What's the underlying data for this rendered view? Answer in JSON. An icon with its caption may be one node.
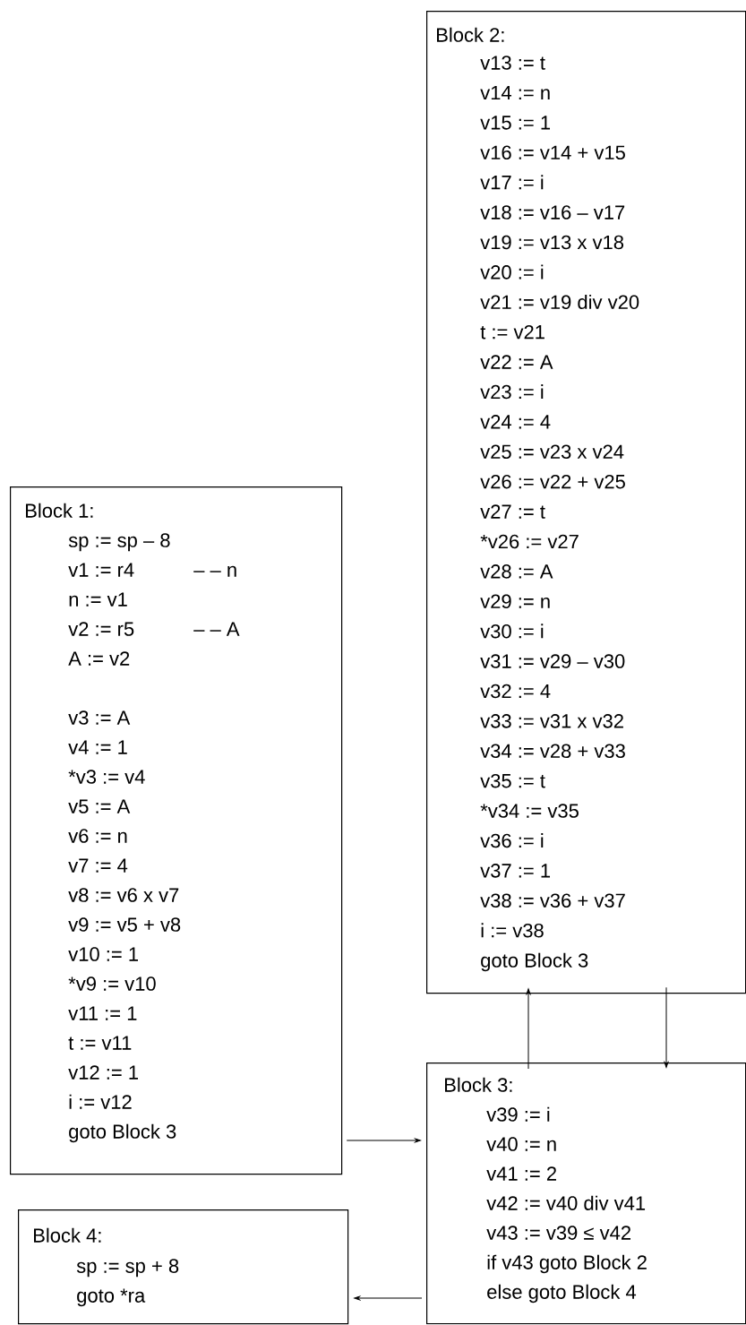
{
  "diagram": {
    "nodes": [
      {
        "text": [
          "Block 1:",
          "sp := sp – 8",
          "v1 := r4",
          "– – n",
          "n := v1",
          "v2 := r5",
          "– – A",
          "A := v2",
          "v3 := A",
          "v4 := 1",
          "*v3 := v4",
          "v5 := A",
          "v6 := n",
          "v7 := 4",
          "v8 := v6 x v7",
          "v9 := v5 + v8",
          "v10 := 1",
          "*v9 := v10",
          "v11 := 1",
          "t := v11",
          "v12 := 1",
          "i := v12",
          "goto Block 3"
        ]
      },
      {
        "text": [
          "Block 2:",
          "v13 := t",
          "v14 := n",
          "v15 := 1",
          "v16 := v14 + v15",
          "v17 := i",
          "v18 := v16 – v17",
          "v19 := v13 x v18",
          "v20 := i",
          "v21 := v19 div v20",
          "t := v21",
          "v22 := A",
          "v23 := i",
          "v24 := 4",
          "v25 := v23 x v24",
          "v26 := v22 + v25",
          "v27 := t",
          "*v26 := v27",
          "v28 := A",
          "v29 := n",
          "v30 := i",
          "v31 := v29 – v30",
          "v32 := 4",
          "v33 := v31 x v32",
          "v34 := v28 + v33",
          "v35 := t",
          "*v34 := v35",
          "v36 := i",
          "v37 := 1",
          "v38 := v36 + v37",
          "i := v38",
          "goto Block 3"
        ]
      },
      {
        "text": [
          "Block 3:",
          "v39 := i",
          "v40 := n",
          "v41 := 2",
          "v42 := v40 div v41",
          "v43 := v39 ≤ v42",
          "if v43 goto Block 2",
          "else goto Block 4"
        ]
      },
      {
        "text": [
          "Block 4:",
          "sp := sp + 8",
          "goto *ra"
        ]
      }
    ],
    "edges": [
      {
        "from": 0,
        "to": 2,
        "arrow": "to"
      },
      {
        "from": 2,
        "to": 1,
        "arrow": "to"
      },
      {
        "from": 1,
        "to": 2,
        "arrow": "to"
      },
      {
        "from": 2,
        "to": 3,
        "arrow": "to"
      }
    ]
  }
}
